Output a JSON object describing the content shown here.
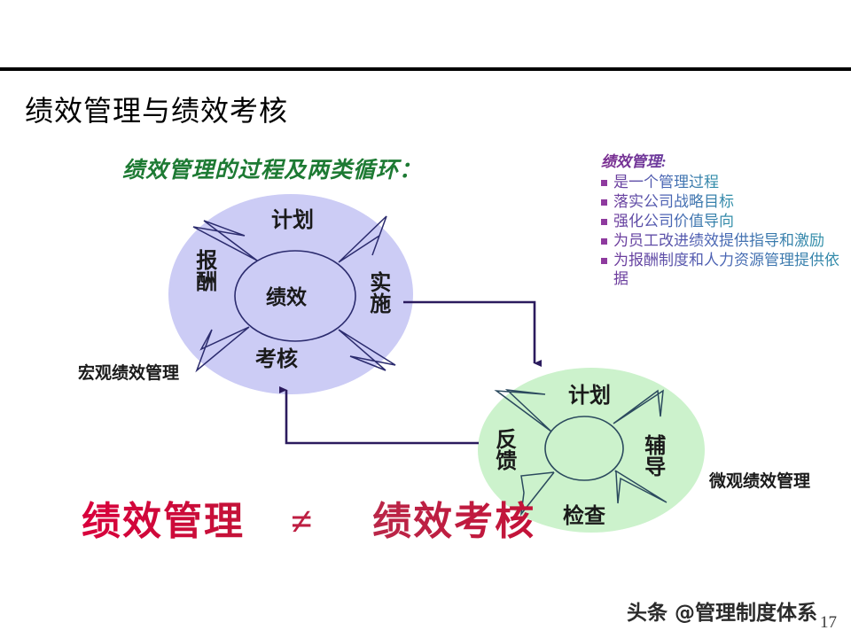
{
  "slide": {
    "title": "绩效管理与绩效考核",
    "subtitle": "绩效管理的过程及两类循环："
  },
  "bullets": {
    "heading": "绩效管理:",
    "items": [
      "是一个管理过程",
      "落实公司战略目标",
      "强化公司价值导向",
      "为员工改进绩效提供指导和激励",
      "为报酬制度和人力资源管理提供依据"
    ]
  },
  "macro_cycle": {
    "caption": "宏观绩效管理",
    "center": "绩效",
    "top": "计划",
    "right": "实施",
    "bottom": "考核",
    "left": "报酬",
    "fill": "#ccccf5",
    "stroke": "#2b2b6e"
  },
  "micro_cycle": {
    "caption": "微观绩效管理",
    "center": "",
    "top": "计划",
    "right": "辅导",
    "bottom": "检查",
    "left": "反馈",
    "fill": "#ccf2cc",
    "stroke": "#2b4a5e"
  },
  "connectors": {
    "color": "#2b1b5e",
    "down_label": "",
    "up_label": ""
  },
  "equation": {
    "left": "绩效管理",
    "operator": "≠",
    "right": "绩效考核",
    "color": "#c8113a"
  },
  "footer": {
    "watermark": "头条 @管理制度体系",
    "page_number": "17"
  }
}
